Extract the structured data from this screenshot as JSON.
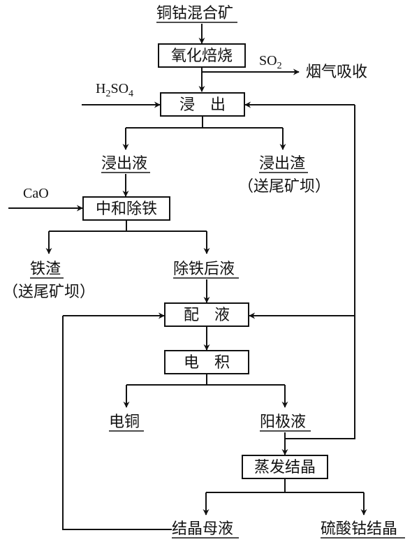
{
  "nodes": {
    "ore": "铜钴混合矿",
    "roast": "氧化焙烧",
    "leach": "浸　出",
    "leach_liquor": "浸出液",
    "leach_residue": "浸出渣",
    "residue_dest_1": "（送尾矿坝）",
    "neutral": "中和除铁",
    "iron_slag": "铁渣",
    "residue_dest_2": "（送尾矿坝）",
    "after_iron": "除铁后液",
    "prep": "配　液",
    "electro": "电　积",
    "copper": "电铜",
    "anolyte": "阳极液",
    "evap": "蒸发结晶",
    "mother": "结晶母液",
    "product": "硫酸钴结晶"
  },
  "reagents": {
    "so2_main": "SO",
    "so2_sub": "2",
    "h2so4_a": "H",
    "h2so4_b": "2",
    "h2so4_c": "SO",
    "h2so4_d": "4",
    "cao": "CaO",
    "flue": "烟气吸收"
  }
}
